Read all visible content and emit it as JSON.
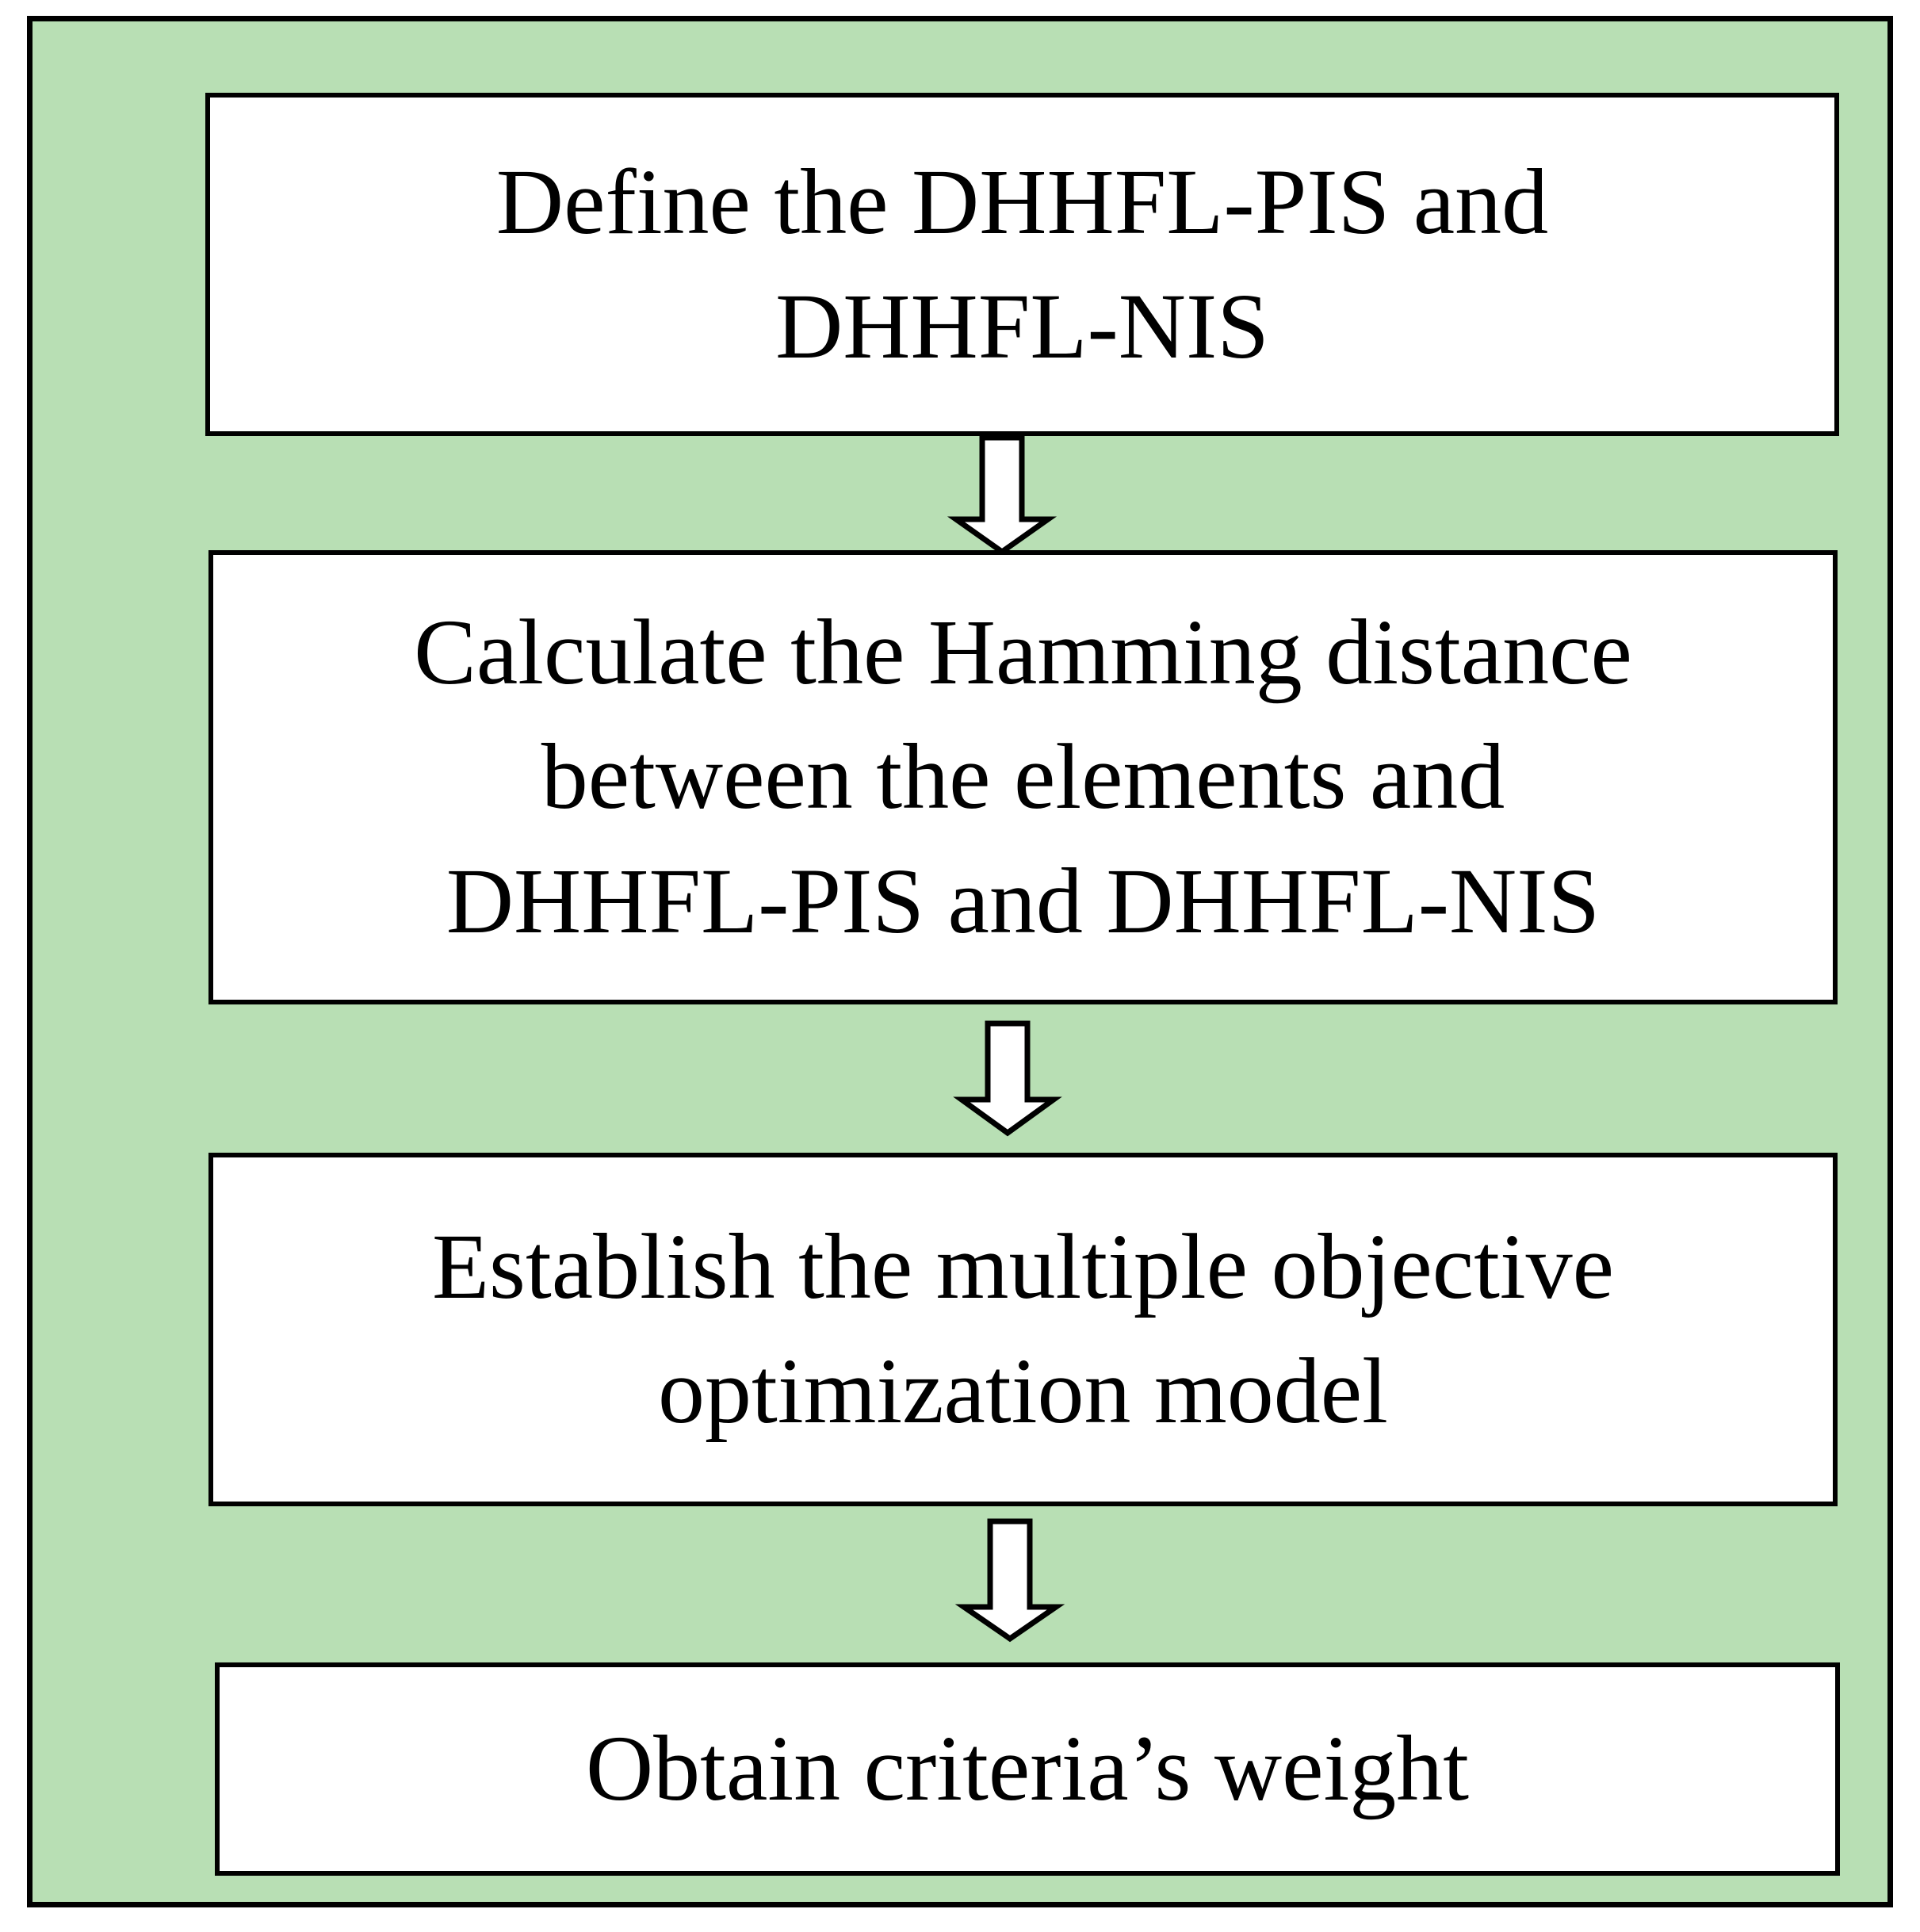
{
  "steps": [
    {
      "lines": [
        "Define the DHHFL-PIS and",
        "DHHFL-NIS"
      ]
    },
    {
      "lines": [
        "Calculate the Hamming distance",
        "between the elements and",
        "DHHFL-PIS and DHHFL-NIS"
      ]
    },
    {
      "lines": [
        "Establish the multiple objective",
        "optimization model"
      ]
    },
    {
      "lines": [
        "Obtain criteria’s weight"
      ]
    }
  ],
  "colors": {
    "background": "#b8dfb4",
    "box_fill": "#ffffff",
    "stroke": "#000000"
  }
}
